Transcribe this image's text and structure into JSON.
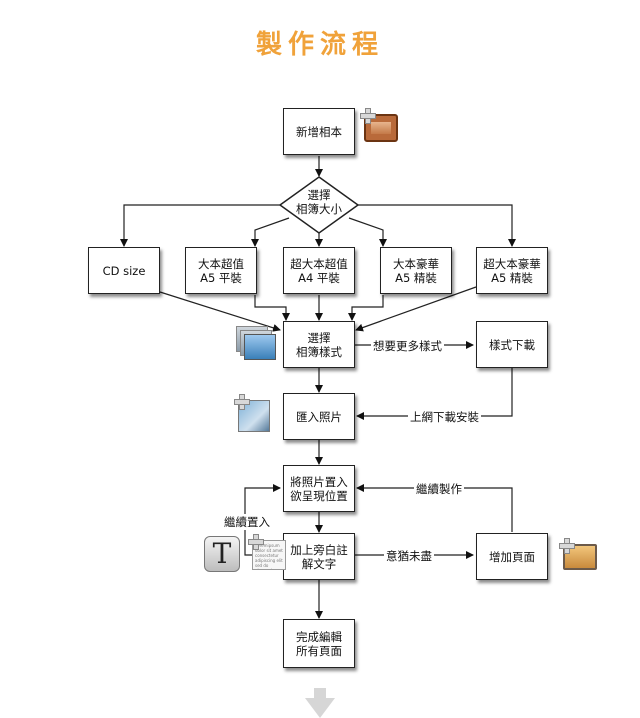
{
  "title": "製作流程",
  "nodes": {
    "add_album": "新增相本",
    "choose_size": "選擇\n相簿大小",
    "cd_size": "CD size",
    "large_value_a5": "大本超值\nA5 平裝",
    "xl_value_a4": "超大本超值\nA4 平裝",
    "large_deluxe_a5": "大本豪華\nA5 精裝",
    "xl_deluxe_a5": "超大本豪華\nA5 精裝",
    "choose_style": "選擇\n相簿樣式",
    "style_download": "樣式下載",
    "import_photos": "匯入照片",
    "place_photos": "將照片置入\n欲呈現位置",
    "add_caption": "加上旁白註\n解文字",
    "add_page": "增加頁面",
    "finish": "完成編輯\n所有頁面"
  },
  "edges": {
    "more_styles": "想要更多樣式",
    "download_online": "上網下載安裝",
    "continue_making": "繼續製作",
    "continue_placing": "繼續置入",
    "not_finished": "意猶未盡"
  },
  "icons": {
    "text_icon_letter": "T",
    "note_icon_text": "Loremipsum dolor sit amet consectetur adipiscing elit sed do eiusmod"
  }
}
